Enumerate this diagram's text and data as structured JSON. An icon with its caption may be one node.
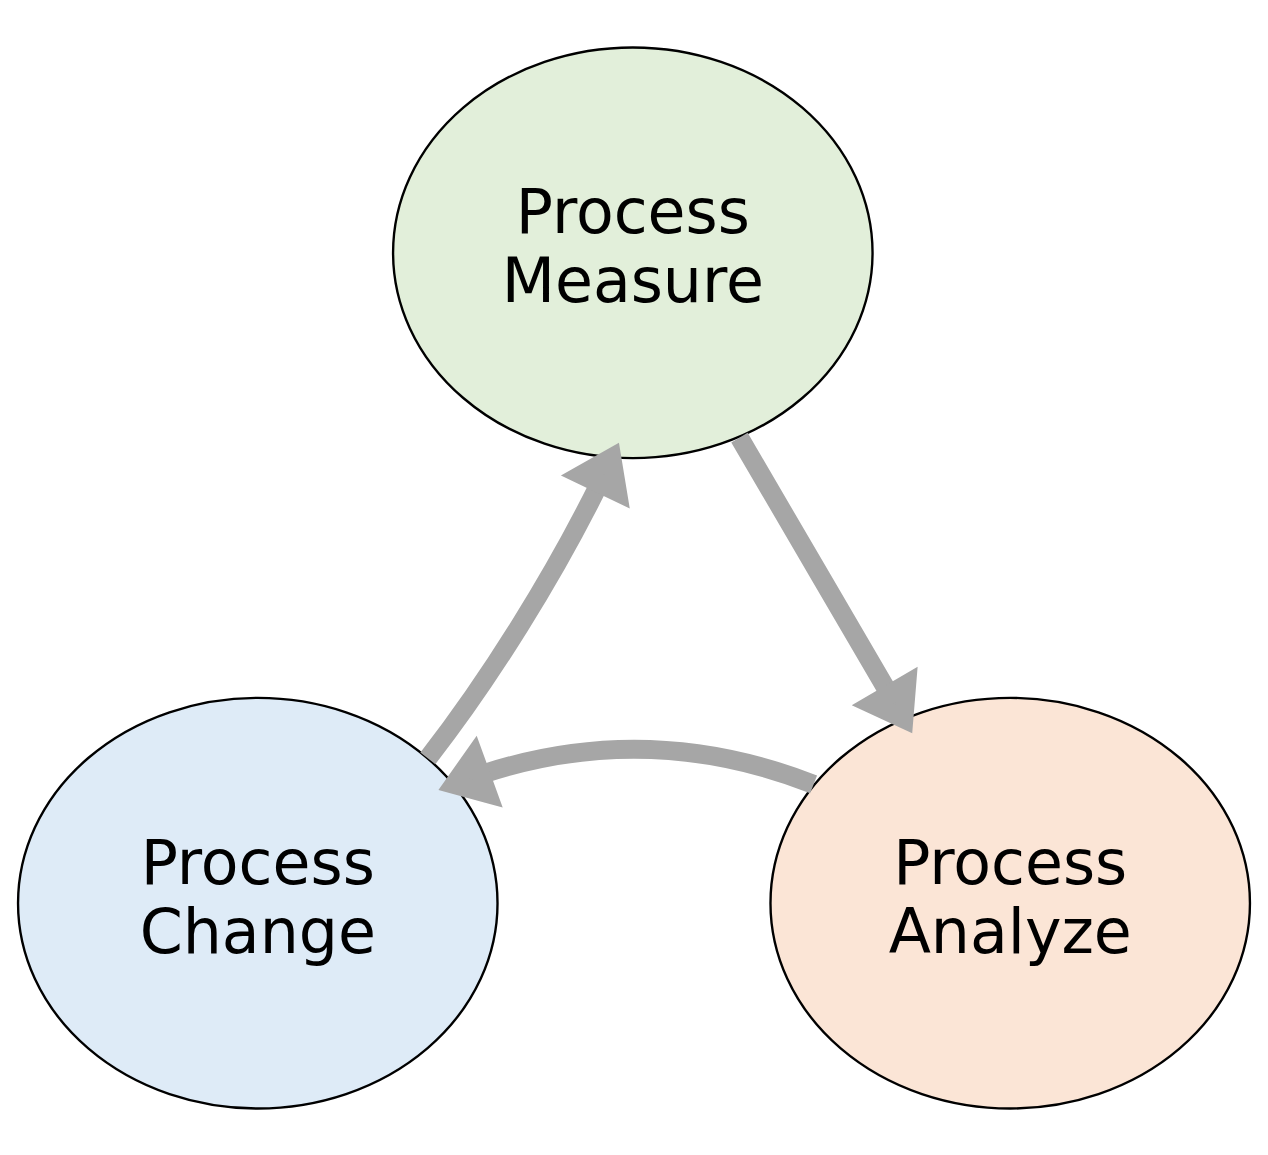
{
  "diagram": {
    "nodes": [
      {
        "text": [
          "Process Measure"
        ]
      },
      {
        "text": [
          "Process Analyze"
        ]
      },
      {
        "text": [
          "Process Change"
        ]
      }
    ],
    "edges": [
      {
        "from": 0,
        "to": 1,
        "arrow": "to"
      },
      {
        "from": 1,
        "to": 2,
        "arrow": "to"
      },
      {
        "from": 2,
        "to": 0,
        "arrow": "to"
      }
    ]
  }
}
